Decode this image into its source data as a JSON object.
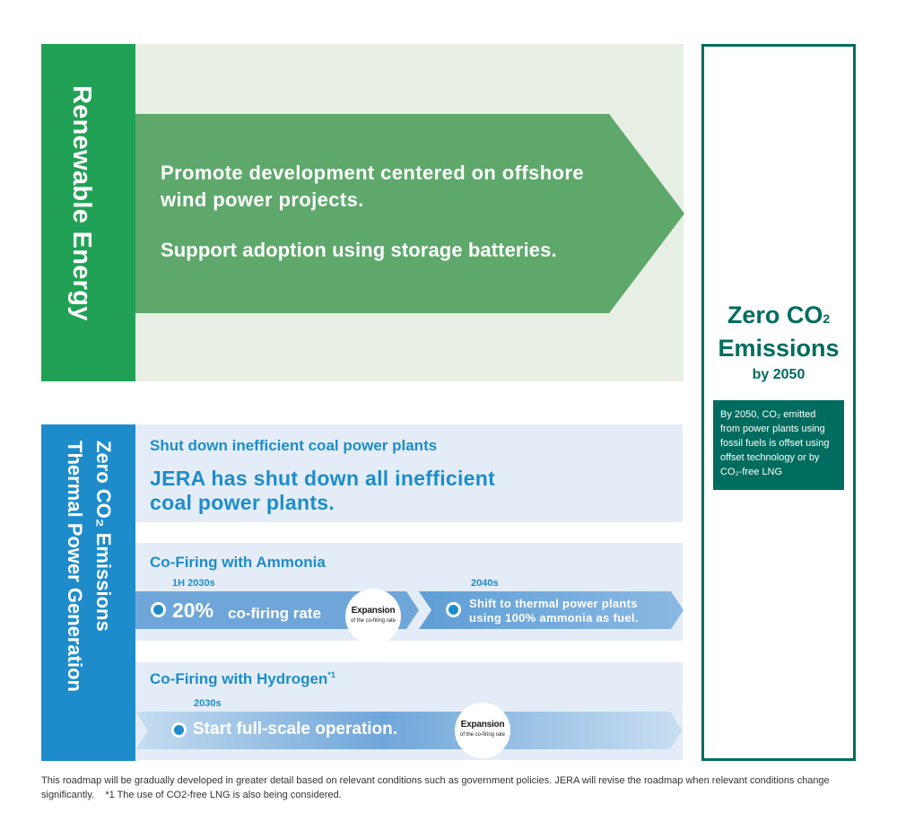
{
  "renewable": {
    "label": "Renewable Energy",
    "line1": "Promote development centered on offshore wind power projects.",
    "line2": "Support adoption using storage batteries.",
    "colors": {
      "bar": "#21a155",
      "background": "#e8efe4",
      "arrow": "#5ea86b"
    }
  },
  "zero": {
    "title_main": "Zero CO",
    "title_sub": "2",
    "title_line2": "Emissions",
    "by": "by 2050",
    "note": "By 2050, CO₂ emitted from power plants using fossil fuels is offset using offset technology or by CO₂-free LNG",
    "color": "#006c5f"
  },
  "thermal": {
    "label_line1": "Zero CO₂ Emissions",
    "label_line2": "Thermal Power Generation",
    "color": "#1e8cca",
    "coal": {
      "heading": "Shut down inefficient coal power plants",
      "body": "JERA has shut down all inefficient coal power plants."
    },
    "ammonia": {
      "heading": "Co-Firing with Ammonia",
      "year1": "1H 2030s",
      "rate": "20%",
      "rate_label": "co-firing rate",
      "bubble_title": "Expansion",
      "bubble_sub": "of the co-firing rate",
      "year2": "2040s",
      "shift": "Shift to thermal power plants using 100% ammonia as fuel."
    },
    "hydrogen": {
      "heading": "Co-Firing with Hydrogen",
      "footnote_mark": "*1",
      "year1": "2030s",
      "start": "Start full-scale operation.",
      "bubble_title": "Expansion",
      "bubble_sub": "of the co-firing rate"
    }
  },
  "footnote": "This roadmap will be gradually developed in greater detail based on relevant conditions such as government policies. JERA will revise the roadmap when relevant conditions change significantly.    *1 The use of CO2-free LNG is also being considered."
}
